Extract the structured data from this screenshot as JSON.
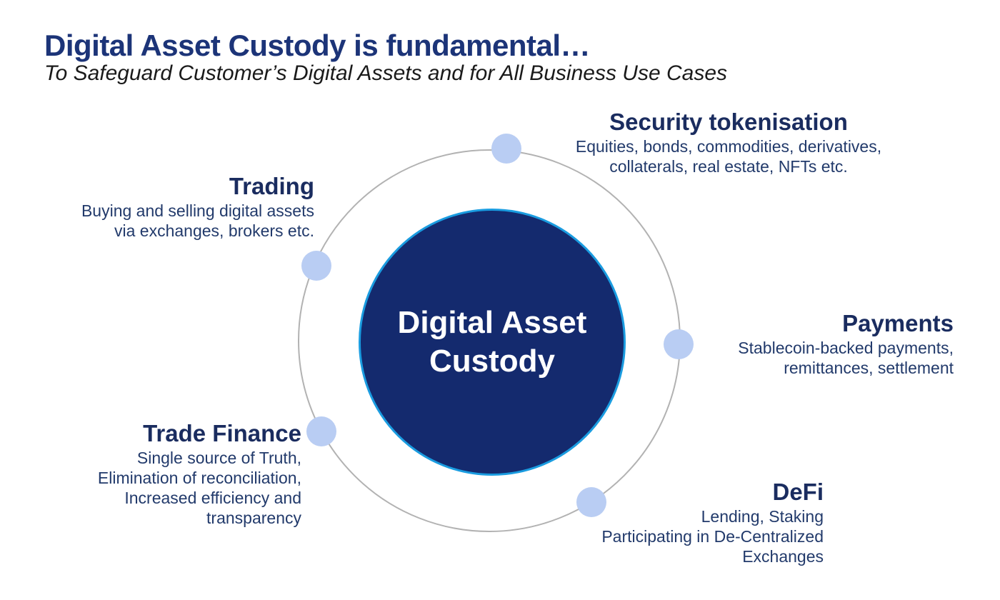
{
  "header": {
    "title": "Digital Asset Custody is fundamental…",
    "subtitle": "To Safeguard Customer’s Digital Assets and for All Business Use Cases"
  },
  "center": {
    "line1": "Digital Asset",
    "line2": "Custody"
  },
  "satellites": [
    {
      "id": "security-tokenisation",
      "label": "Security tokenisation",
      "lines": [
        "Equities, bonds, commodities, derivatives,",
        "collaterals, real estate, NFTs etc."
      ]
    },
    {
      "id": "payments",
      "label": "Payments",
      "lines": [
        "Stablecoin-backed payments,",
        "remittances, settlement"
      ]
    },
    {
      "id": "defi",
      "label": "DeFi",
      "lines": [
        "Lending, Staking",
        "Participating in De-Centralized",
        "Exchanges"
      ]
    },
    {
      "id": "trade-finance",
      "label": "Trade Finance",
      "lines": [
        "Single source of Truth,",
        "Elimination of reconciliation,",
        "Increased efficiency and",
        "transparency"
      ]
    },
    {
      "id": "trading",
      "label": "Trading",
      "lines": [
        "Buying and selling digital assets",
        "via exchanges, brokers etc."
      ]
    }
  ],
  "colors": {
    "title": "#1c3478",
    "subtitle": "#1a1a1a",
    "heading": "#1a2c5f",
    "body_text": "#223a6b",
    "center_fill": "#142a6e",
    "center_border": "#1a9ce0",
    "center_text": "#ffffff",
    "node_fill": "#b9cdf3",
    "orbit_stroke": "#b2b2b2"
  }
}
